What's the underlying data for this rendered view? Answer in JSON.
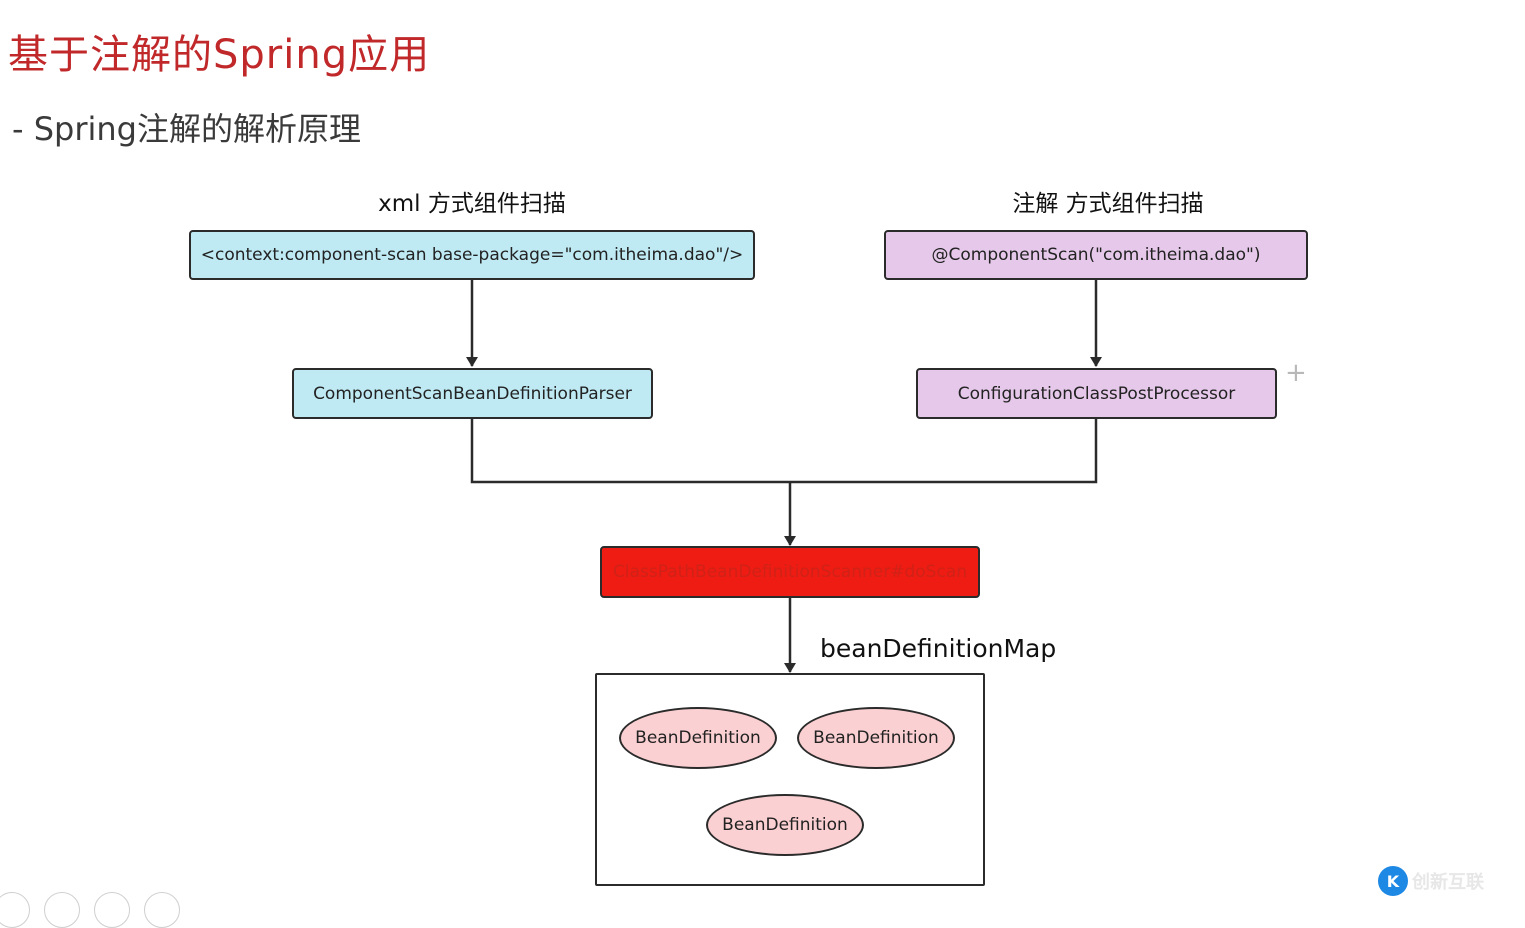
{
  "slide": {
    "title": "基于注解的Spring应用",
    "subtitle": "- Spring注解的解析原理"
  },
  "diagram": {
    "left_heading": "xml 方式组件扫描",
    "right_heading": "注解 方式组件扫描",
    "xml_config_node": "<context:component-scan base-package=\"com.itheima.dao\"/>",
    "annotation_config_node": "@ComponentScan(\"com.itheima.dao\")",
    "parser_node": "ComponentScanBeanDefinitionParser",
    "post_processor_node": "ConfigurationClassPostProcessor",
    "scanner_node": "ClassPathBeanDefinitionScanner#doScan",
    "map_label": "beanDefinitionMap",
    "bean_definitions": [
      "BeanDefinition",
      "BeanDefinition",
      "BeanDefinition"
    ]
  },
  "colors": {
    "title": "#c0282a",
    "xml_nodes": "#bfeaf4",
    "annotation_nodes": "#e6c9ea",
    "scanner_node": "#ee1c12",
    "bean_definition": "#fbd0d2"
  },
  "icons": {
    "add": "plus-icon",
    "watermark_logo": "brand-logo-icon"
  },
  "watermark": {
    "text": "创新互联"
  }
}
